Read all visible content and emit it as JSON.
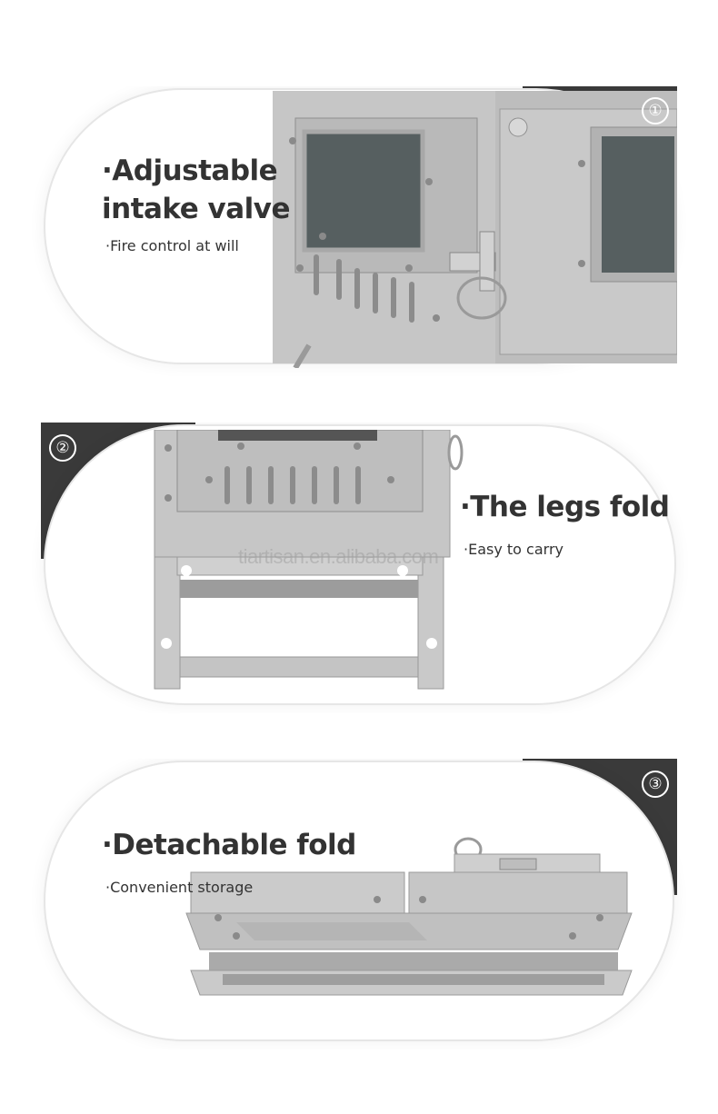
{
  "sections": [
    {
      "number": "①",
      "title": "·Adjustable\nintake valve",
      "subtitle": "·Fire control at will"
    },
    {
      "number": "②",
      "title": "·The legs fold",
      "subtitle": "·Easy to carry"
    },
    {
      "number": "③",
      "title": "·Detachable fold",
      "subtitle": "·Convenient storage"
    }
  ],
  "watermark": "tiartisan.en.alibaba.com",
  "colors": {
    "accent_dark": "#3a3a3a",
    "text": "#333333",
    "steel": "#c9c9c9"
  }
}
